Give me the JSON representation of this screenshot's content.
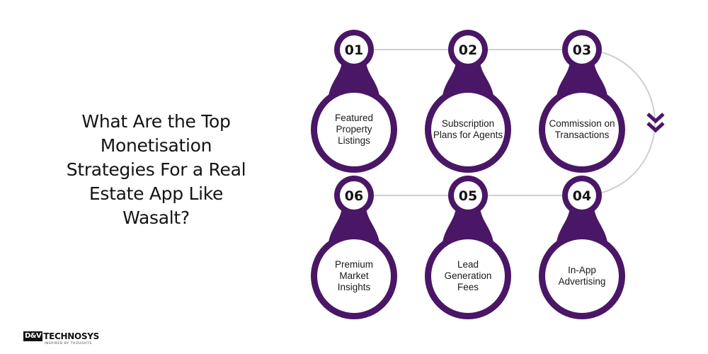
{
  "title": "What Are the Top Monetisation Strategies For a Real Estate App Like Wasalt?",
  "colors": {
    "accent": "#4a1666",
    "connector": "#cfcfcf",
    "text": "#1a1a1a",
    "background": "#ffffff"
  },
  "steps": [
    {
      "number": "01",
      "lines": [
        "Featured",
        "Property",
        "Listings"
      ]
    },
    {
      "number": "02",
      "lines": [
        "Subscription",
        "Plans for Agents"
      ]
    },
    {
      "number": "03",
      "lines": [
        "Commission on",
        "Transactions"
      ]
    },
    {
      "number": "04",
      "lines": [
        "In-App",
        "Advertising"
      ]
    },
    {
      "number": "05",
      "lines": [
        "Lead",
        "Generation",
        "Fees"
      ]
    },
    {
      "number": "06",
      "lines": [
        "Premium",
        "Market",
        "Insights"
      ]
    }
  ],
  "direction_icon": "double-chevron-down-icon",
  "logo": {
    "mark": "D&V",
    "name": "TECHNOSYS",
    "tagline": "INSPIRED BY THOUGHTS"
  }
}
